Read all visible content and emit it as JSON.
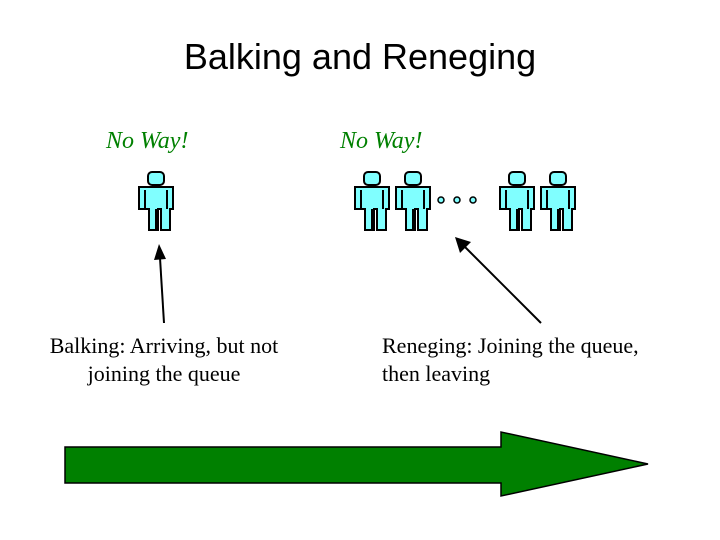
{
  "title": "Balking and Reneging",
  "balking": {
    "exclamation": "No Way!",
    "caption_line1": "Balking: Arriving, but not",
    "caption_line2": "joining the queue"
  },
  "reneging": {
    "exclamation": "No Way!",
    "caption_line1": "Reneging: Joining the queue,",
    "caption_line2": "then leaving"
  },
  "colors": {
    "person_fill": "#80ffff",
    "exclamation": "#008000",
    "arrow_fill": "#008000"
  },
  "icons": {
    "person": "person-icon",
    "ellipsis": "ellipsis-dots",
    "flow": "big-right-arrow"
  }
}
